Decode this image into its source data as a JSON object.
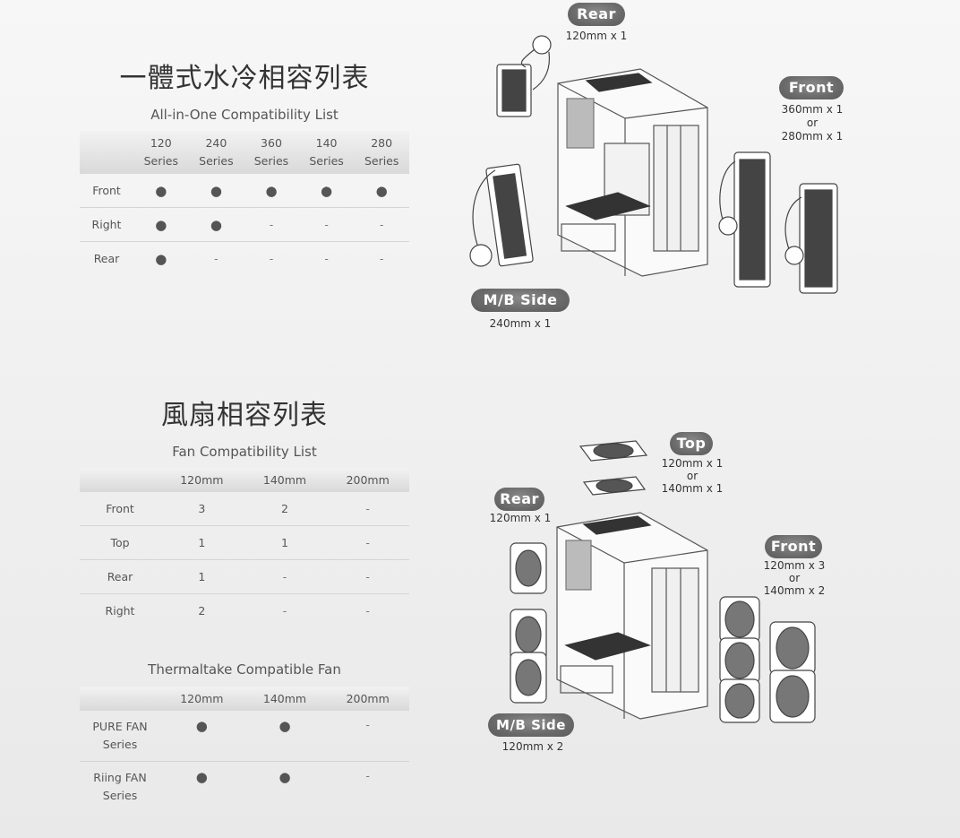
{
  "aio": {
    "title": "一體式水冷相容列表",
    "subtitle": "All-in-One Compatibility List",
    "columns": [
      {
        "size": "120",
        "unit": "Series"
      },
      {
        "size": "240",
        "unit": "Series"
      },
      {
        "size": "360",
        "unit": "Series"
      },
      {
        "size": "140",
        "unit": "Series"
      },
      {
        "size": "280",
        "unit": "Series"
      }
    ],
    "rows": [
      {
        "label": "Front",
        "cells": [
          "●",
          "●",
          "●",
          "●",
          "●"
        ]
      },
      {
        "label": "Right",
        "cells": [
          "●",
          "●",
          "-",
          "-",
          "-"
        ]
      },
      {
        "label": "Rear",
        "cells": [
          "●",
          "-",
          "-",
          "-",
          "-"
        ]
      }
    ],
    "diagram": {
      "rear": {
        "pill": "Rear",
        "spec": "120mm x 1"
      },
      "front": {
        "pill": "Front",
        "spec1": "360mm x 1",
        "or": "or",
        "spec2": "280mm x 1"
      },
      "mb": {
        "pill": "M/B Side",
        "spec": "240mm x 1"
      }
    }
  },
  "fan": {
    "title": "風扇相容列表",
    "subtitle": "Fan Compatibility List",
    "columns": [
      "120mm",
      "140mm",
      "200mm"
    ],
    "rows": [
      {
        "label": "Front",
        "cells": [
          "3",
          "2",
          "-"
        ]
      },
      {
        "label": "Top",
        "cells": [
          "1",
          "1",
          "-"
        ]
      },
      {
        "label": "Rear",
        "cells": [
          "1",
          "-",
          "-"
        ]
      },
      {
        "label": "Right",
        "cells": [
          "2",
          "-",
          "-"
        ]
      }
    ],
    "diagram": {
      "top": {
        "pill": "Top",
        "spec1": "120mm x 1",
        "or": "or",
        "spec2": "140mm x 1"
      },
      "rear": {
        "pill": "Rear",
        "spec": "120mm x 1"
      },
      "front": {
        "pill": "Front",
        "spec1": "120mm x 3",
        "or": "or",
        "spec2": "140mm x 2"
      },
      "mb": {
        "pill": "M/B Side",
        "spec": "120mm x 2"
      }
    }
  },
  "tt": {
    "subtitle": "Thermaltake Compatible Fan",
    "columns": [
      "120mm",
      "140mm",
      "200mm"
    ],
    "rows": [
      {
        "label1": "PURE FAN",
        "label2": "Series",
        "cells": [
          "●",
          "●",
          "-"
        ]
      },
      {
        "label1": "Riing FAN",
        "label2": "Series",
        "cells": [
          "●",
          "●",
          "-"
        ]
      }
    ]
  }
}
